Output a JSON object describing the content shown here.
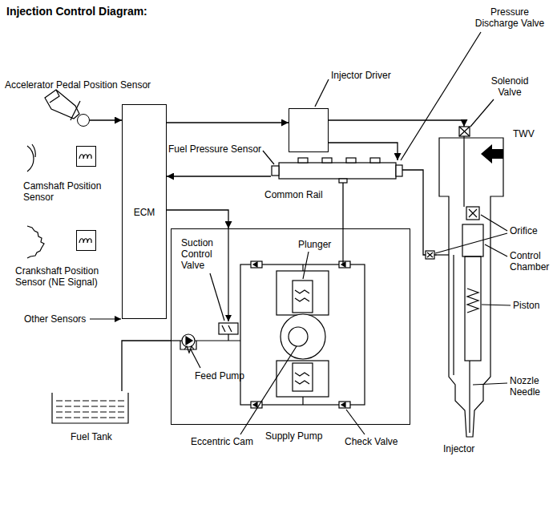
{
  "diagram": {
    "title": "Injection Control Diagram:",
    "nodes": [
      {
        "text": [
          "Accelerator Pedal Position Sensor"
        ]
      },
      {
        "text": [
          "Injector Driver"
        ]
      },
      {
        "text": [
          "ECM"
        ]
      },
      {
        "text": [
          "Camshaft Position Sensor"
        ]
      },
      {
        "text": [
          "Common Rail"
        ]
      },
      {
        "text": [
          "Crankshaft Position Sensor (NE Signal)"
        ]
      },
      {
        "text": [
          "Supply Pump"
        ]
      },
      {
        "text": [
          "Fuel Tank"
        ]
      },
      {
        "text": [
          "Injector"
        ]
      }
    ],
    "edges": [
      {
        "from": 0,
        "to": 2,
        "arrow": "to"
      },
      {
        "from": 2,
        "to": 1,
        "arrow": "to"
      },
      {
        "from": 1,
        "to": 8,
        "arrow": "to"
      },
      {
        "from": 1,
        "to": 4,
        "arrow": "to"
      },
      {
        "from": 4,
        "to": 2,
        "arrow": "to"
      },
      {
        "from": 2,
        "to": 6,
        "arrow": "to"
      },
      {
        "from": 6,
        "to": 4,
        "arrow": "none"
      },
      {
        "from": 7,
        "to": 6,
        "arrow": "none"
      },
      {
        "from": 4,
        "to": 8,
        "arrow": "none"
      }
    ],
    "labels": [
      "Pressure Discharge Valve",
      "Solenoid Valve",
      "Fuel Pressure Sensor",
      "TWV",
      "Suction Control Valve",
      "Plunger",
      "Orifice",
      "Control Chamber",
      "Piston",
      "Other Sensors",
      "Feed Pump",
      "Nozzle Needle",
      "Eccentric Cam",
      "Check Valve"
    ]
  }
}
